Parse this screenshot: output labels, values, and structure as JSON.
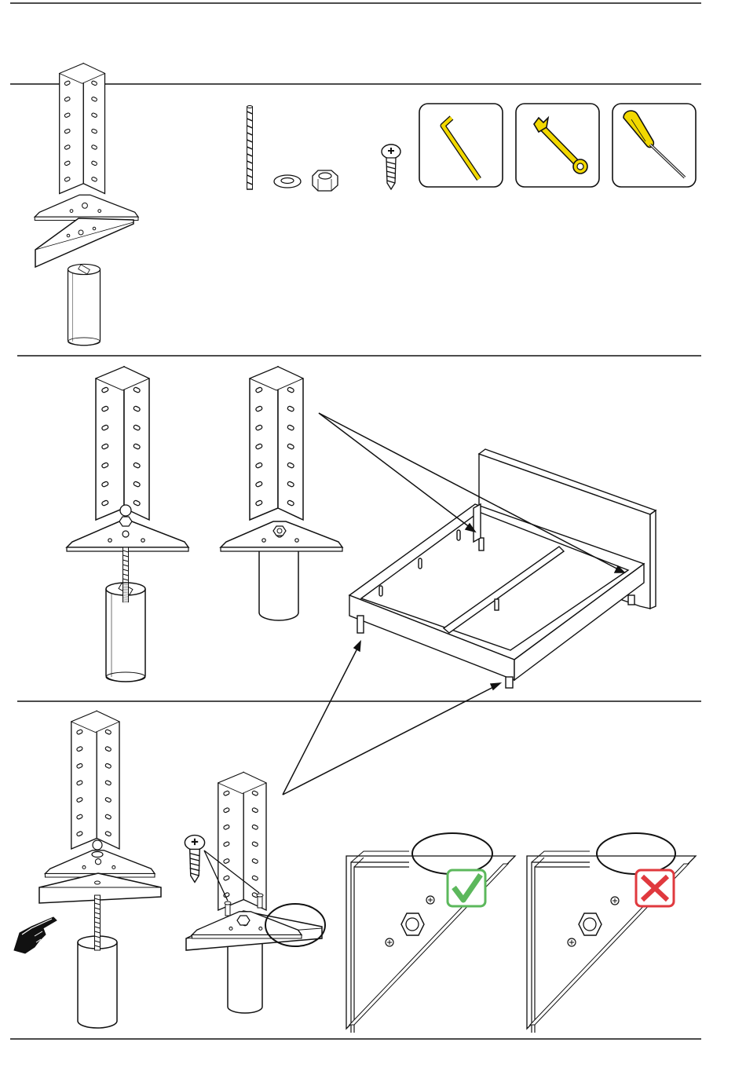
{
  "document": {
    "type": "assembly-instructions",
    "sections": [
      {
        "id": "parts",
        "contents": [
          "corner-bracket",
          "triangle-plate",
          "cylinder-leg",
          "threaded-rod",
          "washer",
          "hex-nut",
          "screw"
        ]
      },
      {
        "id": "step-attach-legs",
        "contents": [
          "bracket-with-rod",
          "bracket-with-leg",
          "bed-frame"
        ]
      },
      {
        "id": "step-plate-and-screws",
        "contents": [
          "bracket-plate-leg-exploded",
          "bracket-plate-screws-assembled",
          "correct-placement-detail",
          "incorrect-placement-detail"
        ]
      }
    ],
    "tools": [
      {
        "name": "allen-key",
        "icon": "allen-key-icon",
        "color": "#f2d800"
      },
      {
        "name": "wrench",
        "icon": "wrench-icon",
        "color": "#f2d800"
      },
      {
        "name": "screwdriver",
        "icon": "screwdriver-icon",
        "color": "#f2d800"
      }
    ],
    "indicators": {
      "correct": {
        "icon": "check-icon",
        "color": "#5cb85c"
      },
      "incorrect": {
        "icon": "cross-icon",
        "color": "#e0393e"
      }
    },
    "hint_icon": "pointing-hand-icon"
  }
}
